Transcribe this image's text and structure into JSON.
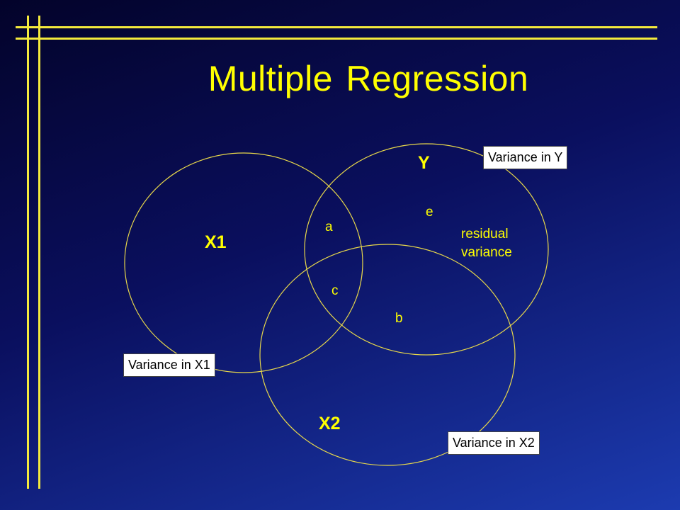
{
  "title": "Multiple Regression",
  "colors": {
    "accent": "#ffff00",
    "circle_stroke": "#e8d84a",
    "background_start": "#03032a",
    "background_end": "#1c3bb0",
    "callout_bg": "#ffffff"
  },
  "sets": {
    "x1": "X1",
    "y": "Y",
    "x2": "X2"
  },
  "regions": {
    "a": "a",
    "b": "b",
    "c": "c",
    "e": "e"
  },
  "residual": {
    "line1": "residual",
    "line2": "variance"
  },
  "callouts": {
    "y": "Variance in Y",
    "x1": "Variance in X1",
    "x2": "Variance in X2"
  }
}
